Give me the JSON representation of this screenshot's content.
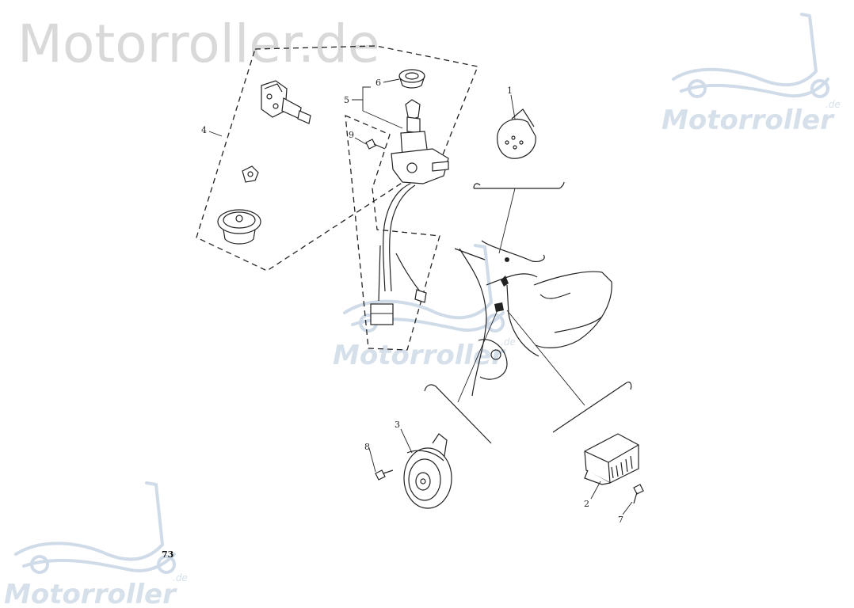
{
  "watermark": {
    "main_text": "Motorroller.de",
    "logo_text": "Motorroller",
    "logo_suffix": ".de",
    "color_main": "#d9d9d9",
    "color_logo": "#d6e0ea"
  },
  "callouts": [
    "1",
    "2",
    "3",
    "4",
    "5",
    "6",
    "7",
    "8",
    "9"
  ],
  "page_number": "73",
  "ink_color": "#222222"
}
